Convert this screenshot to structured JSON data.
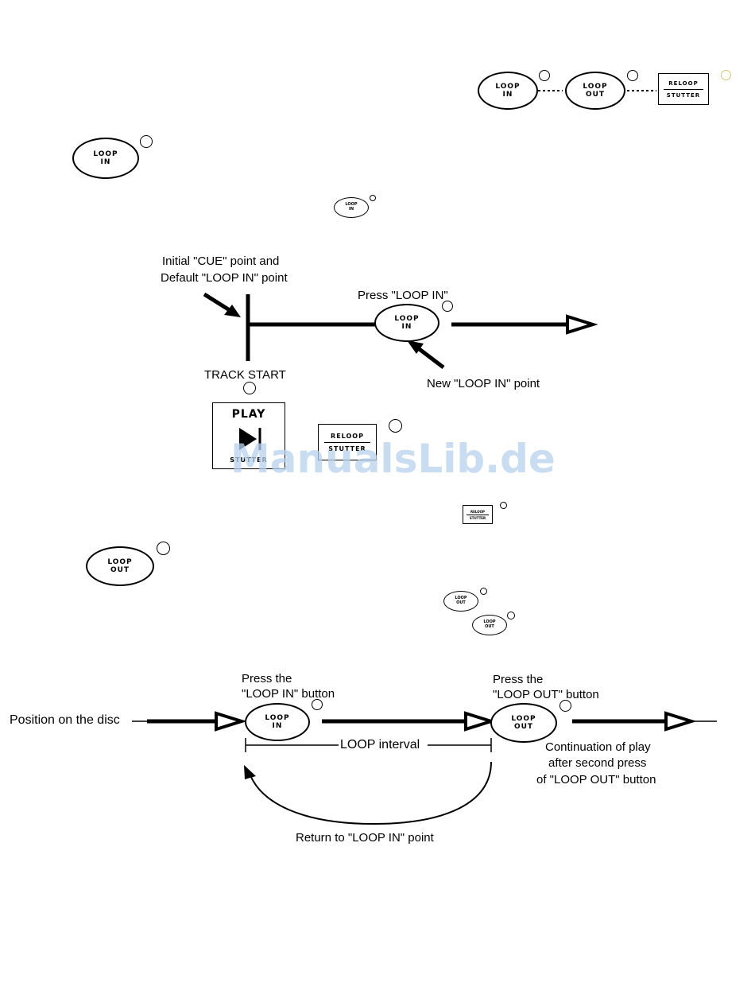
{
  "buttons": {
    "loop_in": [
      "LOOP",
      "IN"
    ],
    "loop_out": [
      "LOOP",
      "OUT"
    ],
    "reloop": [
      "RELOOP",
      "STUTTER"
    ],
    "play": [
      "PLAY",
      "STUTTER"
    ]
  },
  "diagram1": {
    "initial_cue": [
      "Initial \"CUE\" point and",
      "Default \"LOOP IN\" point"
    ],
    "press_loop_in": "Press \"LOOP IN\"",
    "track_start": "TRACK START",
    "new_loop_in": "New \"LOOP IN\" point"
  },
  "diagram2": {
    "press_the_1": "Press the",
    "loop_in_button": "\"LOOP IN\" button",
    "press_the_2": "Press the",
    "loop_out_button": "\"LOOP OUT\" button",
    "position": "Position on the disc",
    "loop_interval": "LOOP interval",
    "continuation": [
      "Continuation of play",
      "after second press",
      "of \"LOOP OUT\" button"
    ],
    "return": "Return to \"LOOP IN\" point"
  },
  "watermark": "ManualsLib.de"
}
